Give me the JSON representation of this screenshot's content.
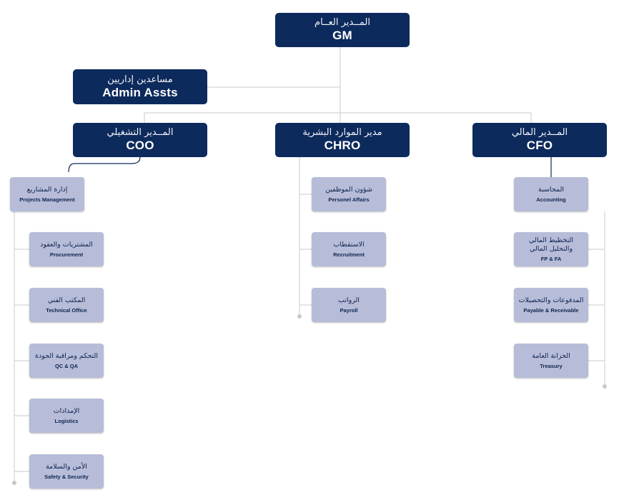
{
  "gm": {
    "ar": "المــدير العــام",
    "en": "GM"
  },
  "admin": {
    "ar": "مساعدين إداريين",
    "en": "Admin Assts"
  },
  "coo": {
    "ar": "المــدير التشغيلي",
    "en": "COO"
  },
  "chro": {
    "ar": "مدير الموارد البشرية",
    "en": "CHRO"
  },
  "cfo": {
    "ar": "المــدير المالي",
    "en": "CFO"
  },
  "pm": {
    "ar": "إدارة المشاريع",
    "en": "Projects Management"
  },
  "coo_units": [
    {
      "ar": "المشتريات والعقود",
      "en": "Procurement"
    },
    {
      "ar": "المكتب الفني",
      "en": "Technical Office"
    },
    {
      "ar": "التحكم ومراقبة الجودة",
      "en": "QC & QA"
    },
    {
      "ar": "الإمدادات",
      "en": "Logistics"
    },
    {
      "ar": "الأمن والسلامة",
      "en": "Safety & Security"
    }
  ],
  "chro_units": [
    {
      "ar": "شؤون الموظفين",
      "en": "Personel Affairs"
    },
    {
      "ar": "الاستقطاب",
      "en": "Recruitment"
    },
    {
      "ar": "الرواتب",
      "en": "Payroll"
    }
  ],
  "cfo_units": [
    {
      "ar": "المحاسبة",
      "en": "Accounting"
    },
    {
      "ar": "التخطيط المالي والتحليل المالي",
      "en": "FP & FA"
    },
    {
      "ar": "المدفوعات والتحصيلات",
      "en": "Payable & Receivable"
    },
    {
      "ar": "الخزانة العامة",
      "en": "Treasury"
    }
  ],
  "colors": {
    "dark_box": "#0d2a5c",
    "light_box": "#b7bdd8",
    "connector": "#d0d0d0"
  }
}
